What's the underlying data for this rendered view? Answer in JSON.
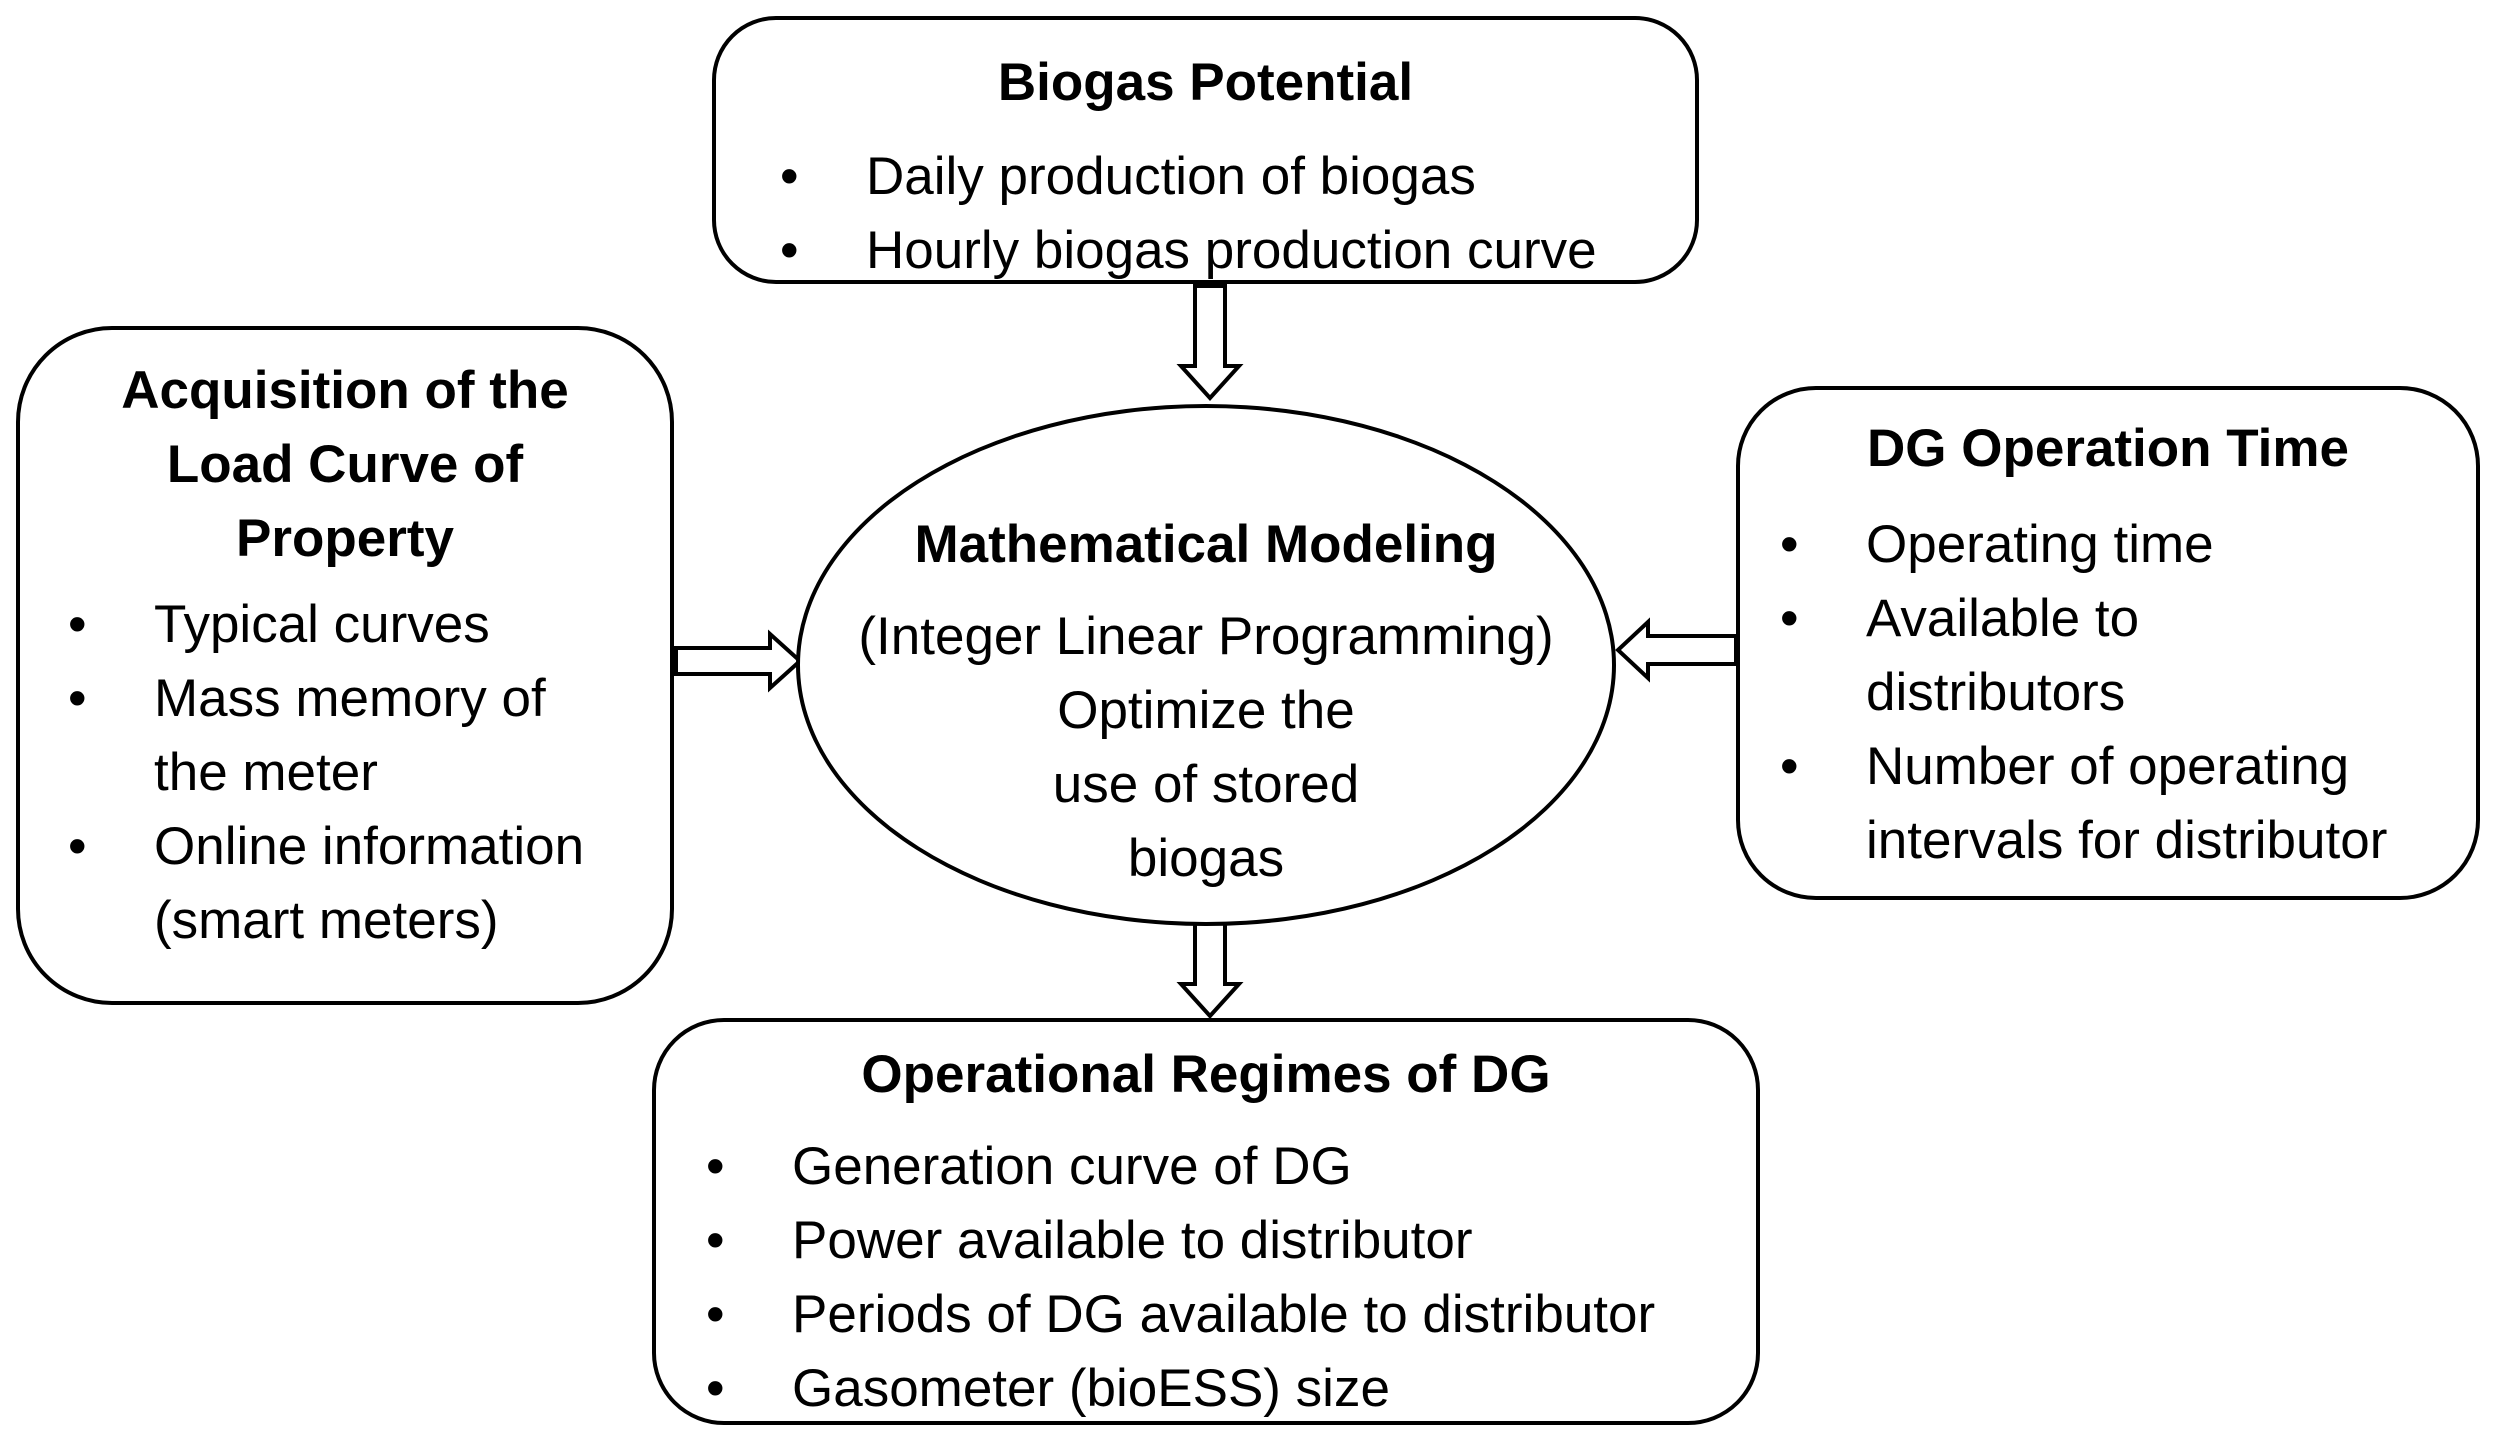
{
  "biogas_potential": {
    "title": "Biogas Potential",
    "items": [
      "Daily production of biogas",
      "Hourly biogas production curve"
    ]
  },
  "load_curve": {
    "title": "Acquisition of the Load Curve of Property",
    "items": [
      "Typical curves",
      "Mass memory of the meter",
      "Online information (smart meters)"
    ]
  },
  "modeling": {
    "title": "Mathematical Modeling",
    "subtitle": "(Integer Linear Programming)",
    "description": "Optimize the use of stored biogas"
  },
  "dg_operation_time": {
    "title": "DG Operation Time",
    "items": [
      "Operating time",
      "Available to distributors",
      "Number of operating intervals for distributor"
    ]
  },
  "operational_regimes": {
    "title": "Operational Regimes of DG",
    "items": [
      "Generation curve of DG",
      "Power available to distributor",
      "Periods of DG available to distributor",
      "Gasometer (bioESS) size"
    ]
  },
  "bullet_glyph": "•"
}
